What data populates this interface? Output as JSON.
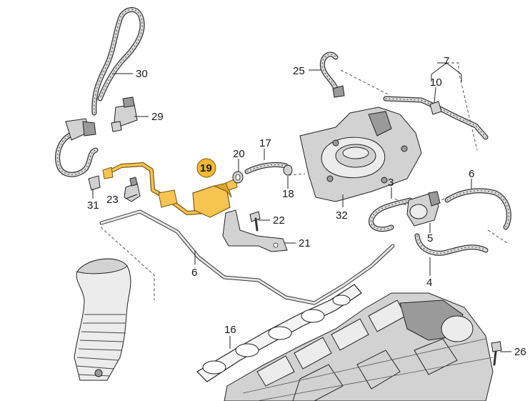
{
  "callouts": {
    "c30": "30",
    "c29": "29",
    "c25": "25",
    "c7": "7",
    "c10": "10",
    "c17": "17",
    "c20": "20",
    "c19": "19",
    "c18": "18",
    "c6a": "6",
    "c3": "3",
    "c23": "23",
    "c31": "31",
    "c22": "22",
    "c32": "32",
    "c5": "5",
    "c21": "21",
    "c6b": "6",
    "c4": "4",
    "c16": "16",
    "c26": "26"
  },
  "colors": {
    "highlight": "#f2b931",
    "highlight_fill": "#f5c451",
    "highlight_stroke": "#7a5a10",
    "line": "#222222",
    "part_fill": "#d2d2d2"
  }
}
